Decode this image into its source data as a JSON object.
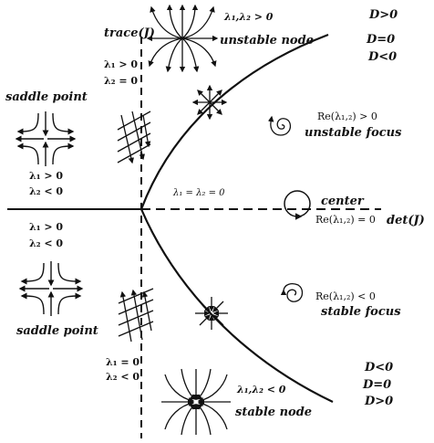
{
  "labels": {
    "trace": "trace(J)",
    "det": "det(J)",
    "unstable_node": "unstable node",
    "unstable_node_cond": "λ₁,λ₂ > 0",
    "stable_node": "stable node",
    "stable_node_cond": "λ₁,λ₂ < 0",
    "saddle_top": "saddle point",
    "saddle_bottom": "saddle point",
    "saddle_top_l1": "λ₁ > 0",
    "saddle_top_l2": "λ₂ < 0",
    "saddle_bottom_l1": "λ₁ > 0",
    "saddle_bottom_l2": "λ₂ < 0",
    "axis_top_l1": "λ₁ > 0",
    "axis_top_l2": "λ₂ = 0",
    "axis_bottom_l1": "λ₁ = 0",
    "axis_bottom_l2": "λ₂ < 0",
    "origin": "λ₁ = λ₂ = 0",
    "unstable_focus_cond": "Re(λ₁,₂) > 0",
    "unstable_focus": "unstable focus",
    "center": "center",
    "center_cond": "Re(λ₁,₂) = 0",
    "stable_focus_cond": "Re(λ₁,₂) < 0",
    "stable_focus": "stable focus",
    "d_top_1": "D>0",
    "d_top_2": "D=0",
    "d_top_3": "D<0",
    "d_bot_1": "D<0",
    "d_bot_2": "D=0",
    "d_bot_3": "D>0"
  },
  "colors": {
    "ink": "#111111",
    "background": "#ffffff"
  }
}
